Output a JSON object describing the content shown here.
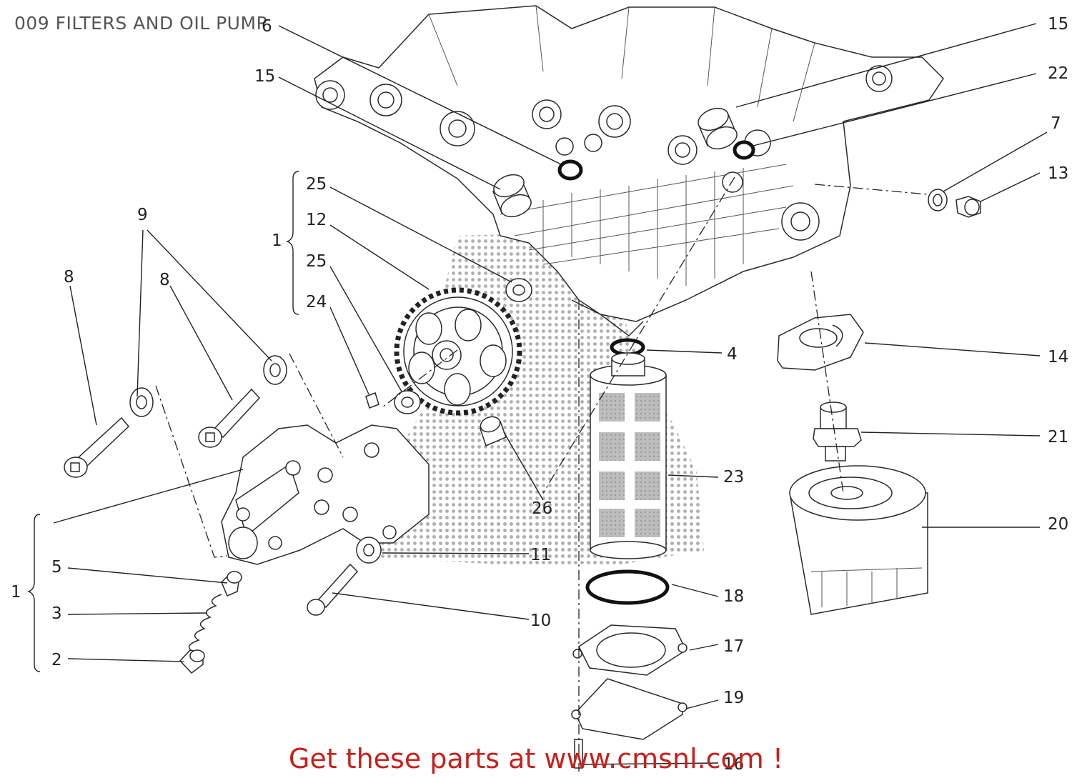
{
  "title": "009 FILTERS AND OIL PUMP",
  "promo": "Get these parts at www.cmsnl.com !",
  "colors": {
    "promo": "#c8201c",
    "ink": "#222222",
    "title": "#555555"
  },
  "labels": {
    "p6": "6",
    "p15a": "15",
    "p15b": "15",
    "p22": "22",
    "p7": "7",
    "p13": "13",
    "p25a": "25",
    "p12": "12",
    "p25b": "25",
    "p24": "24",
    "p1a": "1",
    "p9": "9",
    "p8a": "8",
    "p8b": "8",
    "p4": "4",
    "p14": "14",
    "p21": "21",
    "p23": "23",
    "p26": "26",
    "p20": "20",
    "p11": "11",
    "p1b": "1",
    "p5": "5",
    "p3": "3",
    "p2": "2",
    "p10": "10",
    "p18": "18",
    "p17": "17",
    "p19": "19",
    "p16": "16"
  }
}
